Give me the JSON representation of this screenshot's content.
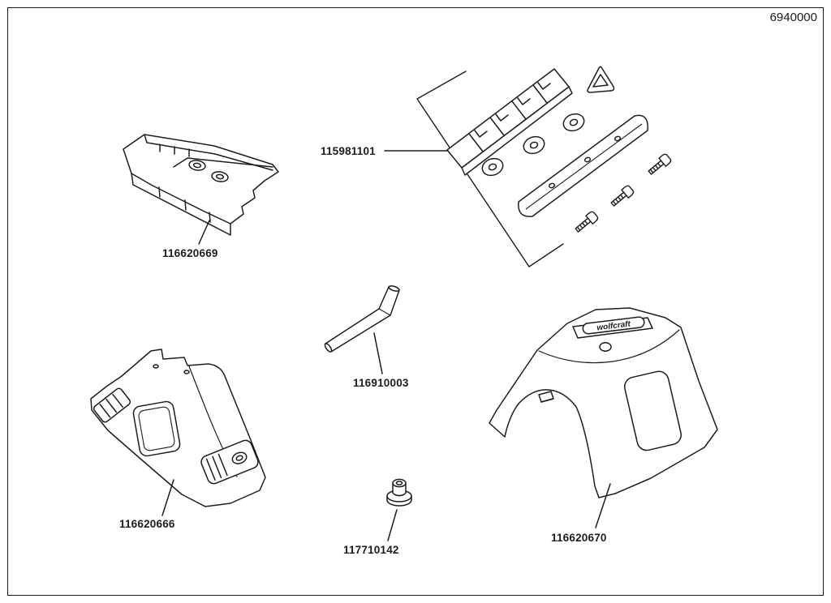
{
  "document": {
    "number": "6940000"
  },
  "brand": {
    "logo_text": "wolfcraft"
  },
  "parts": [
    {
      "id": "115981101"
    },
    {
      "id": "116620669"
    },
    {
      "id": "116910003"
    },
    {
      "id": "116620666"
    },
    {
      "id": "117710142"
    },
    {
      "id": "116620670"
    }
  ]
}
